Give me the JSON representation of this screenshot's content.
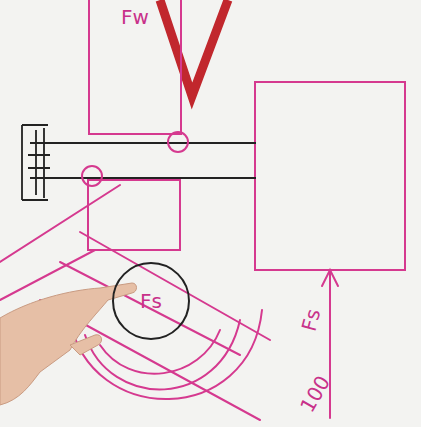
{
  "diagram": {
    "nodes": [
      {
        "text": [
          "Fw"
        ]
      },
      {
        "text": [
          "Fs"
        ]
      }
    ],
    "labels": [
      "Fs",
      "100"
    ]
  }
}
